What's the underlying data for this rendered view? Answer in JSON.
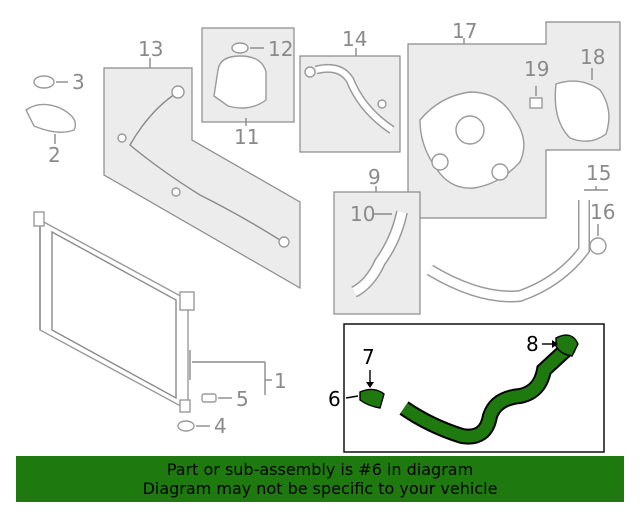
{
  "callouts": {
    "n1": "1",
    "n2": "2",
    "n3": "3",
    "n4": "4",
    "n5": "5",
    "n6": "6",
    "n7": "7",
    "n8": "8",
    "n9": "9",
    "n10": "10",
    "n11": "11",
    "n12": "12",
    "n13": "13",
    "n14": "14",
    "n15": "15",
    "n16": "16",
    "n17": "17",
    "n18": "18",
    "n19": "19"
  },
  "banner": {
    "line1": "Part or sub-assembly is #6 in diagram",
    "line2": "Diagram may not be specific to your vehicle"
  },
  "colors": {
    "highlight_part": "#1e7a0e",
    "banner_bg": "#1e7a0e",
    "line_gray": "#8a8a8a"
  }
}
